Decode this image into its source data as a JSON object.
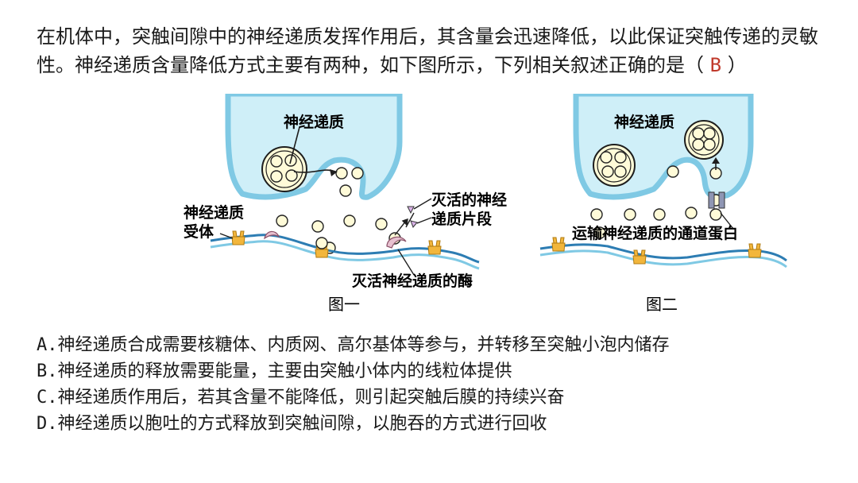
{
  "question": {
    "stem": "在机体中，突触间隙中的神经递质发挥作用后，其含量会迅速降低，以此保证突触传递的灵敏性。神经递质含量降低方式主要有两种，如下图所示，下列相关叙述正确的是",
    "answer_open": "（",
    "answer": "B",
    "answer_close": "）"
  },
  "figure": {
    "fig1": {
      "caption": "图一",
      "label_neurotransmitter": "神经递质",
      "label_receptor_line1": "神经递质",
      "label_receptor_line2": "受体",
      "label_inactive_line1": "灭活的神经",
      "label_inactive_line2": "递质片段",
      "label_enzyme": "灭活神经递质的酶"
    },
    "fig2": {
      "caption": "图二",
      "label_neurotransmitter": "神经递质",
      "label_channel": "运输神经递质的通道蛋白"
    },
    "colors": {
      "cytoplasm": "#cfeff8",
      "membrane": "#7fc9e4",
      "vesicle": "#fffbd8",
      "receptor": "#f2b63c",
      "enzyme": "#e7c0cf",
      "channel": "#8f96b4"
    }
  },
  "options": [
    {
      "key": "A",
      "text": "A.神经递质合成需要核糖体、内质网、高尔基体等参与，并转移至突触小泡内储存"
    },
    {
      "key": "B",
      "text": "B.神经递质的释放需要能量，主要由突触小体内的线粒体提供"
    },
    {
      "key": "C",
      "text": "C.神经递质作用后，若其含量不能降低，则引起突触后膜的持续兴奋"
    },
    {
      "key": "D",
      "text": "D.神经递质以胞吐的方式释放到突触间隙，以胞吞的方式进行回收"
    }
  ]
}
